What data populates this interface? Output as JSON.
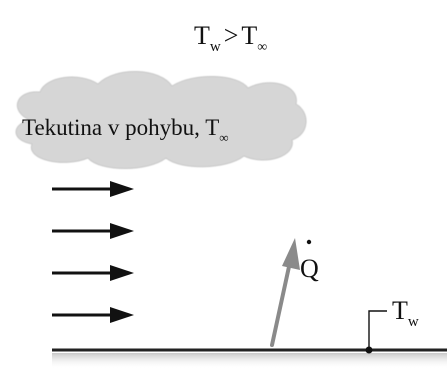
{
  "condition": {
    "main": "T",
    "sub_left": "w",
    "operator": ">",
    "rhs_main": "T",
    "rhs_sub": "∞"
  },
  "fluid": {
    "label": "Tekutina v pohybu, T",
    "subscript": "∞",
    "cloud_color": "#d6d6d6"
  },
  "flow_arrows": {
    "count": 4,
    "color": "#111111"
  },
  "heat_flow": {
    "symbol": "Q",
    "dot": "·",
    "arrow_color": "#8a8a8a"
  },
  "wall": {
    "label_main": "T",
    "label_sub": "w",
    "color": "#222222"
  }
}
